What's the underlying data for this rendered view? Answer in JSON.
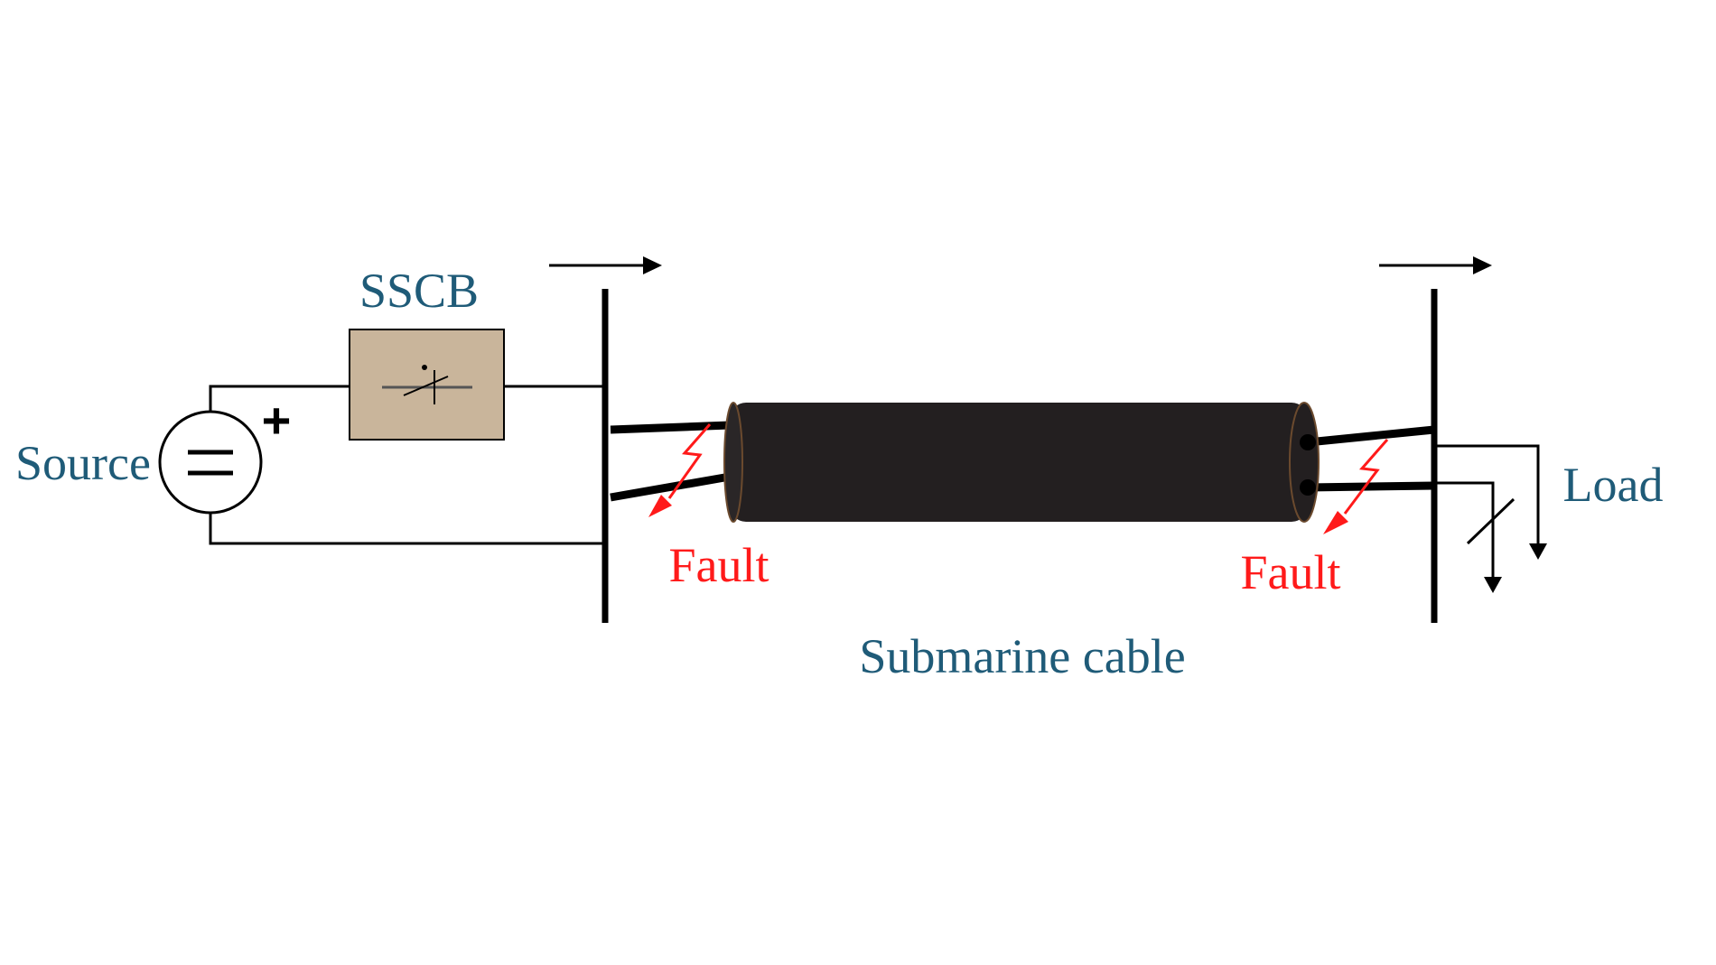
{
  "labels": {
    "source": "Source",
    "sscb": "SSCB",
    "fault_left": "Fault",
    "fault_right": "Fault",
    "load": "Load",
    "cable": "Submarine cable",
    "plus_sign": "+"
  },
  "colors": {
    "label_blue": "#1f5b78",
    "fault_red": "#ff1a1a",
    "sscb_fill": "#c9b59b",
    "cable_fill": "#231f20",
    "line": "#000000"
  },
  "icons": {
    "source": "dc-voltage-source-icon",
    "sscb": "solid-state-circuit-breaker-icon",
    "fault": "lightning-bolt-icon",
    "switch": "switch-icon"
  }
}
